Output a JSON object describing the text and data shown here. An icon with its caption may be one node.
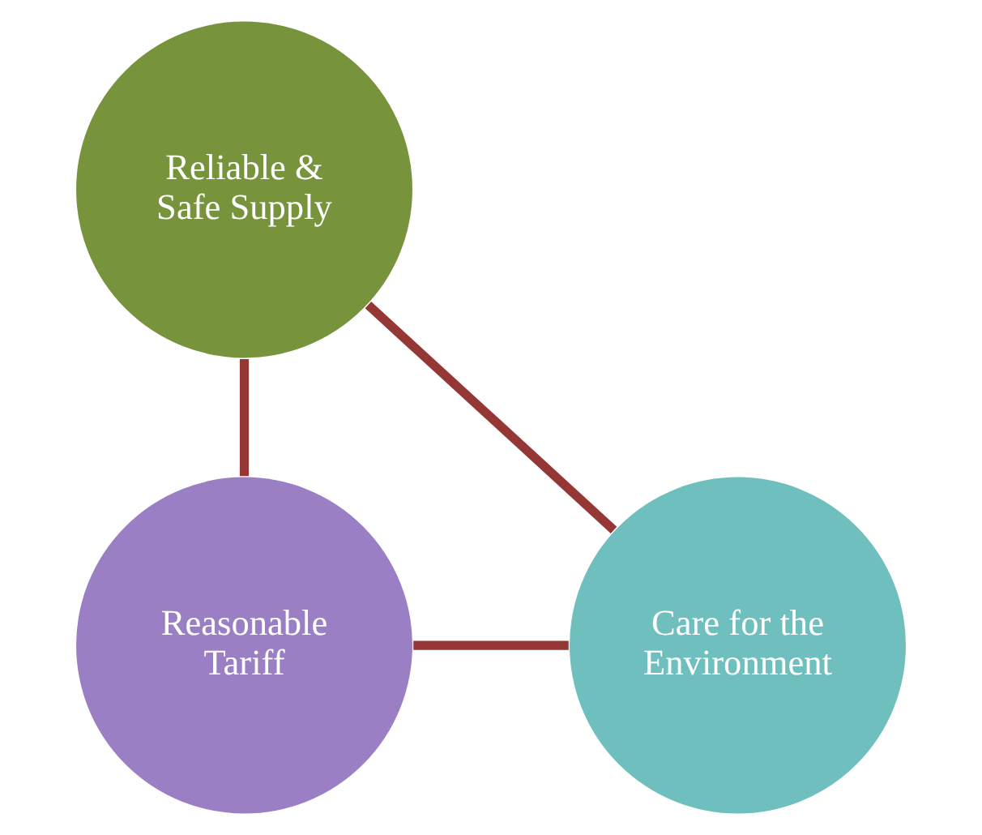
{
  "diagram": {
    "nodes": [
      {
        "text": [
          "Reliable & Safe Supply"
        ]
      },
      {
        "text": [
          "Reasonable Tariff"
        ]
      },
      {
        "text": [
          "Care for the Environment"
        ]
      }
    ],
    "edges": [
      {
        "from": 0,
        "to": 1,
        "arrow": "none"
      },
      {
        "from": 1,
        "to": 2,
        "arrow": "none"
      },
      {
        "from": 2,
        "to": 0,
        "arrow": "none"
      }
    ]
  }
}
